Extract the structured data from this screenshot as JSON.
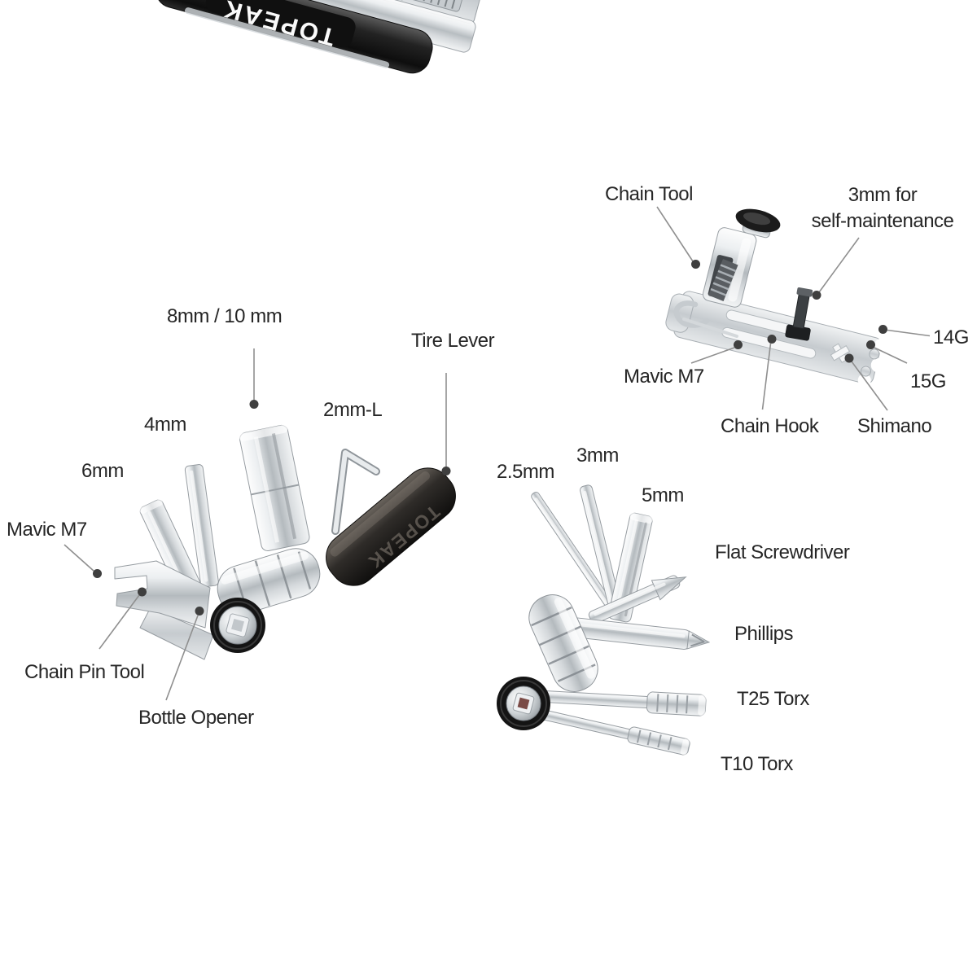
{
  "page": {
    "background": "#ffffff"
  },
  "brand": {
    "body_logo": "TOPEAK",
    "lever_emboss": "TOPEAK"
  },
  "colors": {
    "label_text": "#262626",
    "leader_line": "#8f8f8f",
    "callout_dot": "#3f3f3f",
    "body_black": "#1a1a1a",
    "chrome_light": "#f2f4f5",
    "chrome_dark": "#b4babe"
  },
  "callouts": {
    "main_tool": [
      {
        "id": "hex-8-10",
        "text": "8mm / 10 mm"
      },
      {
        "id": "tire-lever",
        "text": "Tire Lever"
      },
      {
        "id": "hex-2-l",
        "text": "2mm-L"
      },
      {
        "id": "hex-4",
        "text": "4mm"
      },
      {
        "id": "hex-6",
        "text": "6mm"
      },
      {
        "id": "mavic-m7",
        "text": "Mavic M7"
      },
      {
        "id": "chain-pin-tool",
        "text": "Chain Pin Tool"
      },
      {
        "id": "bottle-opener",
        "text": "Bottle Opener"
      },
      {
        "id": "hex-2-5",
        "text": "2.5mm"
      },
      {
        "id": "hex-3",
        "text": "3mm"
      },
      {
        "id": "hex-5",
        "text": "5mm"
      },
      {
        "id": "flat-screwdriver",
        "text": "Flat Screwdriver"
      },
      {
        "id": "phillips",
        "text": "Phillips"
      },
      {
        "id": "t25-torx",
        "text": "T25 Torx"
      },
      {
        "id": "t10-torx",
        "text": "T10 Torx"
      }
    ],
    "chain_tool_detail": [
      {
        "id": "chain-tool",
        "text": "Chain Tool"
      },
      {
        "id": "self-maintenance",
        "line1": "3mm for",
        "line2": "self-maintenance"
      },
      {
        "id": "gauge-14",
        "text": "14G"
      },
      {
        "id": "gauge-15",
        "text": "15G"
      },
      {
        "id": "mavic-m7-detail",
        "text": "Mavic M7"
      },
      {
        "id": "chain-hook",
        "text": "Chain Hook"
      },
      {
        "id": "shimano",
        "text": "Shimano"
      }
    ]
  }
}
